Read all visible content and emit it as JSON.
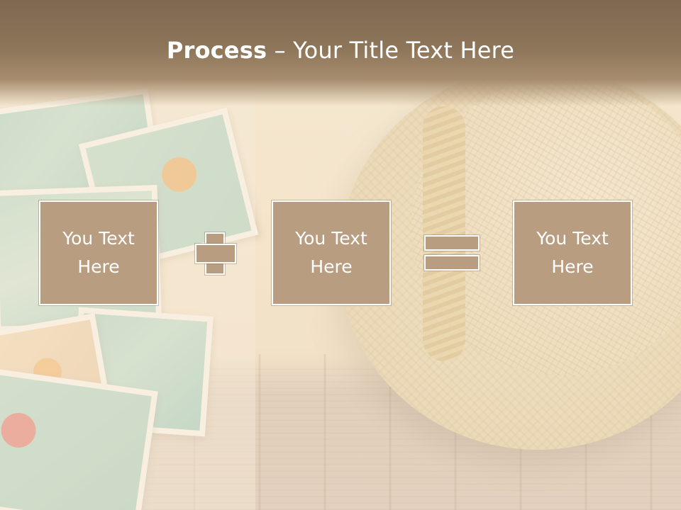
{
  "slide": {
    "title_bold": "Process",
    "title_rest": " – Your Title Text Here",
    "boxes": [
      {
        "text": "You Text\nHere"
      },
      {
        "text": "You Text\nHere"
      },
      {
        "text": "You Text\nHere"
      }
    ],
    "operators": [
      "plus",
      "equals"
    ],
    "colors": {
      "title_bar": "#8d7559",
      "box_fill": "#b89d80",
      "box_border": "#ffffff",
      "text": "#ffffff"
    }
  }
}
